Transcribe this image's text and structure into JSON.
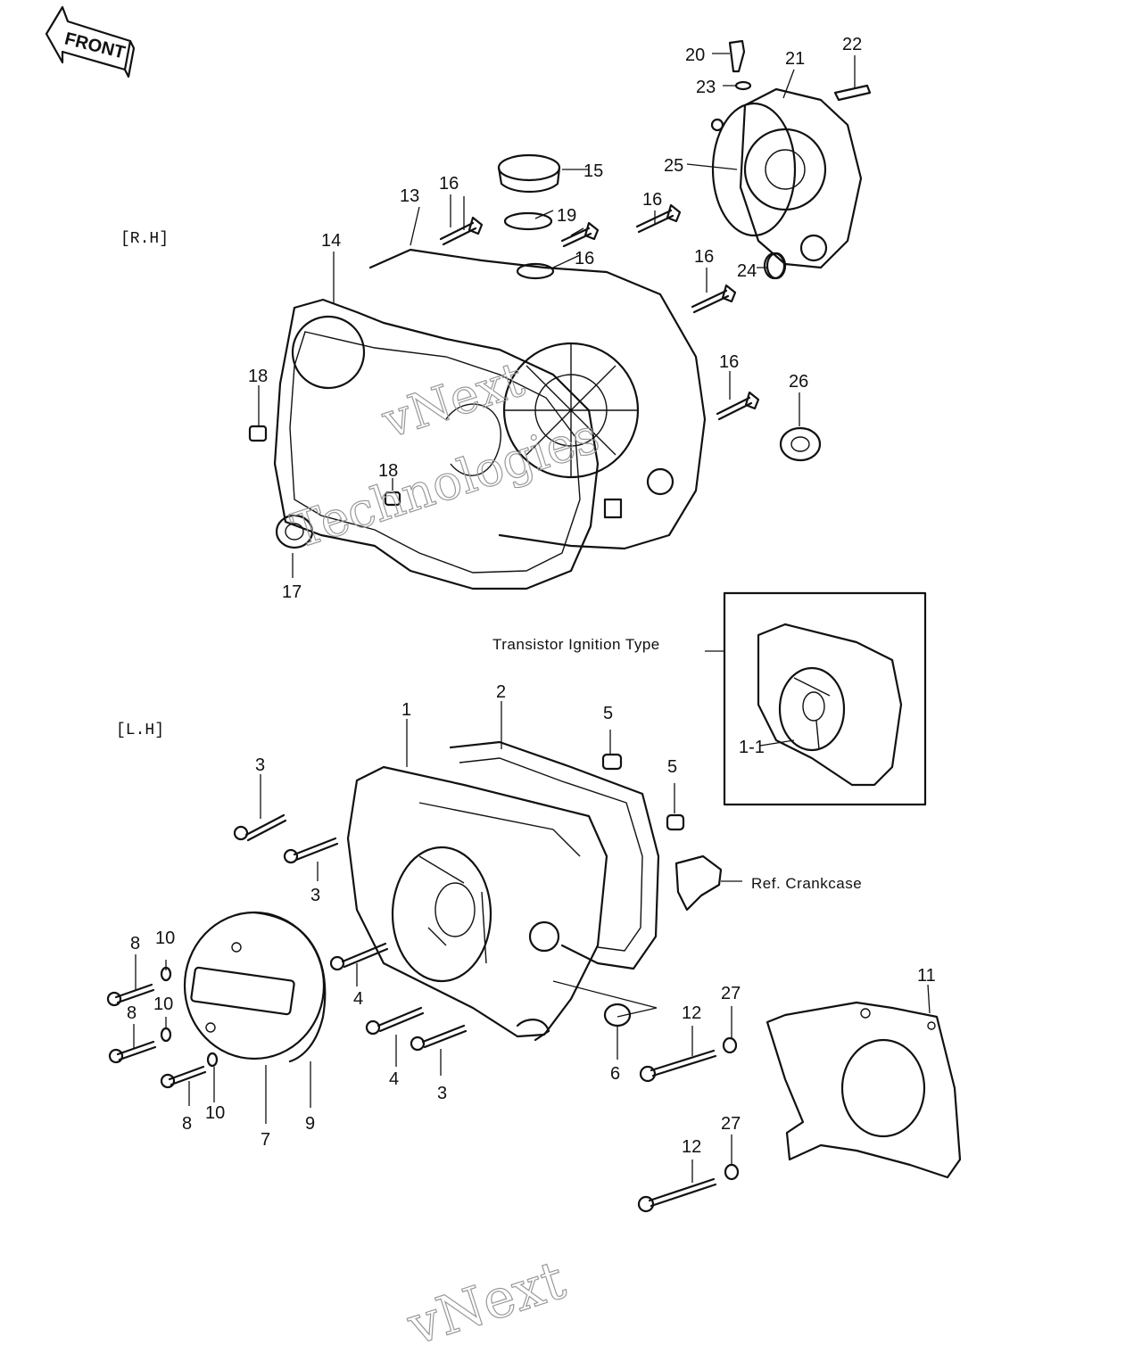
{
  "front_badge": "FRONT",
  "sections": {
    "rh": "[R.H]",
    "lh": "[L.H]"
  },
  "notes": {
    "transistor": "Transistor Ignition Type",
    "crankcase": "Ref. Crankcase"
  },
  "watermark": {
    "line1": "vNext",
    "line2": "Technologies",
    "bottom": "vNext"
  },
  "callouts": {
    "c20": "20",
    "c21": "21",
    "c22": "22",
    "c23": "23",
    "c25": "25",
    "c24": "24",
    "c15": "15",
    "c19": "19",
    "c13": "13",
    "c16a": "16",
    "c16b": "16",
    "c16c": "16",
    "c16d": "16",
    "c16e": "16",
    "c14": "14",
    "c18a": "18",
    "c18b": "18",
    "c26": "26",
    "c17": "17",
    "c1": "1",
    "c2": "2",
    "c5a": "5",
    "c5b": "5",
    "c3a": "3",
    "c3b": "3",
    "c3c": "3",
    "c11": "1-1",
    "c8a": "8",
    "c8b": "8",
    "c8c": "8",
    "c10a": "10",
    "c10b": "10",
    "c10c": "10",
    "c4a": "4",
    "c4b": "4",
    "c6": "6",
    "c7": "7",
    "c9": "9",
    "c12a": "12",
    "c12b": "12",
    "c27a": "27",
    "c27b": "27",
    "c11b": "11"
  }
}
